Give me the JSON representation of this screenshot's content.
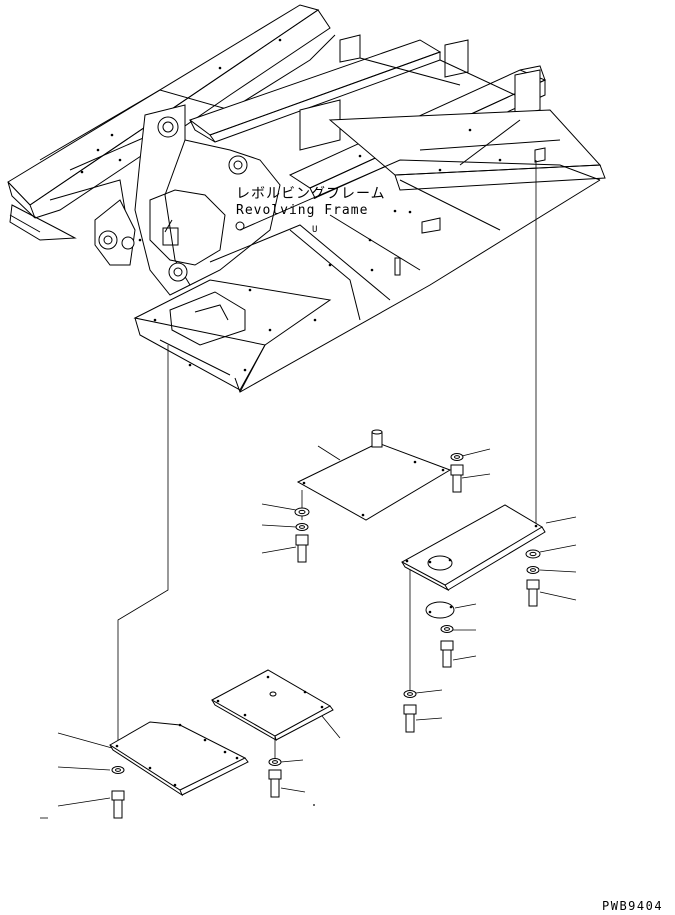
{
  "labels": {
    "frame_jp": "レボルビングフレーム",
    "frame_en": "Revolving Frame",
    "drawing_code": "PWB9404"
  }
}
